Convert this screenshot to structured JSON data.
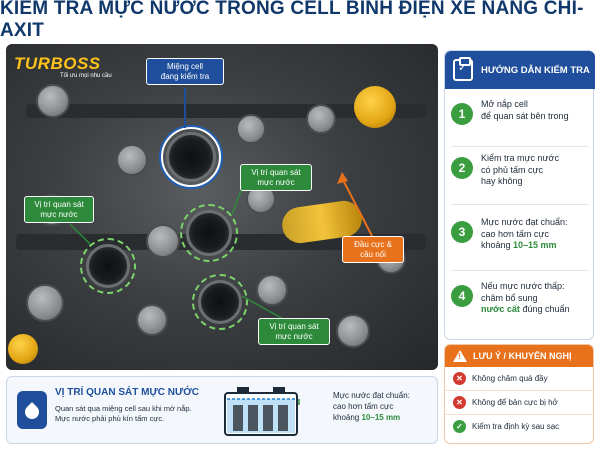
{
  "title": "KIỂM TRA MỰC NƯỚC TRONG CELL BÌNH ĐIỆN XE NÂNG CHÌ-AXIT",
  "logo": {
    "name": "TURBOSS",
    "tagline": "Tối ưu mọi nhu cầu"
  },
  "photo_labels": {
    "cell_opening": "Miệng cell\nđang kiểm tra",
    "observe_1": "Vị trí quan sát\nmực nước",
    "observe_2": "Vị trí quan sát\nmực nước",
    "observe_3": "Vị trí quan sát\nmực nước",
    "terminal": "Đầu cực &\ncầu nối"
  },
  "guide": {
    "title": "HƯỚNG DẪN KIỂM TRA",
    "steps": [
      {
        "num": "1",
        "text": "Mở nắp cell\nđể quan sát bên trong"
      },
      {
        "num": "2",
        "text": "Kiểm tra mực nước\ncó phủ tấm cực\nhay không"
      },
      {
        "num": "3",
        "text_a": "Mực nước đạt chuẩn:\ncao hơn tấm cực\nkhoảng ",
        "text_hl": "10–15 mm"
      },
      {
        "num": "4",
        "text_a": "Nếu mực nước thấp:\nchâm bổ sung\n",
        "text_hl": "nước cất",
        "text_b": " đúng chuẩn"
      }
    ]
  },
  "warning": {
    "title": "LƯU Ý / KHUYẾN NGHỊ",
    "items": [
      {
        "type": "no",
        "text": "Không châm quá đầy"
      },
      {
        "type": "no",
        "text": "Không để bản cực bị hở"
      },
      {
        "type": "yes",
        "text": "Kiểm tra định kỳ sau sạc"
      }
    ]
  },
  "bottom": {
    "title": "VỊ TRÍ QUAN SÁT MỰC NƯỚC",
    "desc": "Quan sát qua miệng cell sau khi mở nắp.\nMực nước phải phủ kín tấm cực.",
    "standard_a": "Mực nước đạt chuẩn:\ncao hơn tấm cực\nkhoảng ",
    "standard_hl": "10–15 mm"
  },
  "colors": {
    "navy": "#10386b",
    "blue": "#1f4f9c",
    "green": "#3a9d3f",
    "orange": "#e8711c",
    "red": "#d13a2f"
  }
}
